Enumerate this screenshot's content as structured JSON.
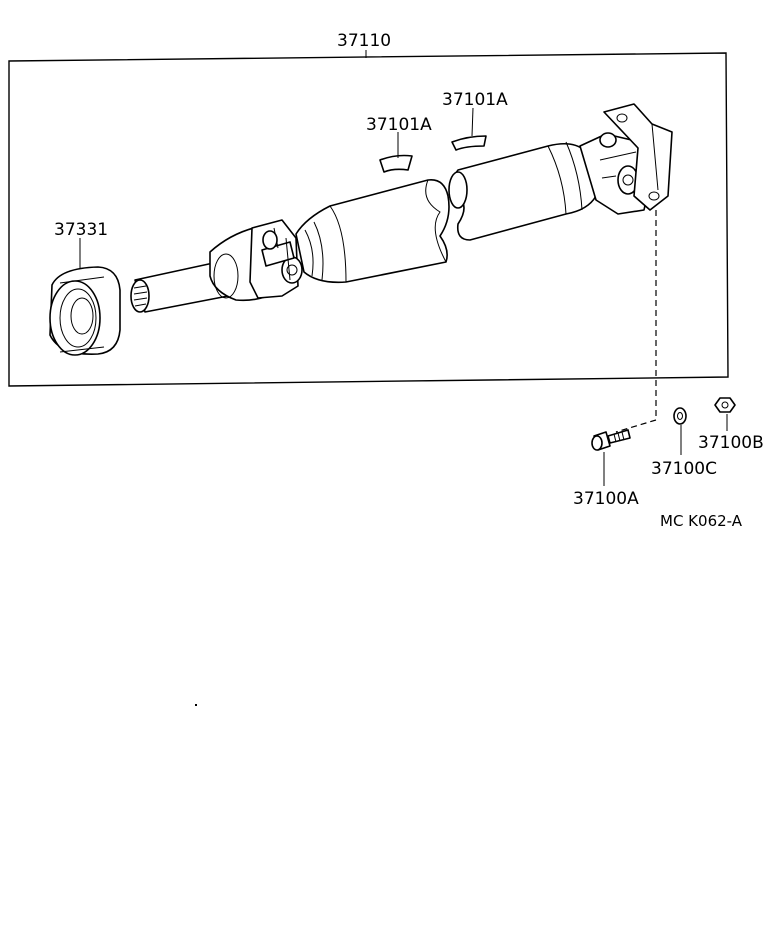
{
  "labels": {
    "assembly": "37110",
    "weight_upper": "37101A",
    "weight_lower": "37101A",
    "dust_boot": "37331",
    "bolt": "37100A",
    "washer": "37100C",
    "nut": "37100B",
    "drawing_code": "MC K062-A"
  }
}
